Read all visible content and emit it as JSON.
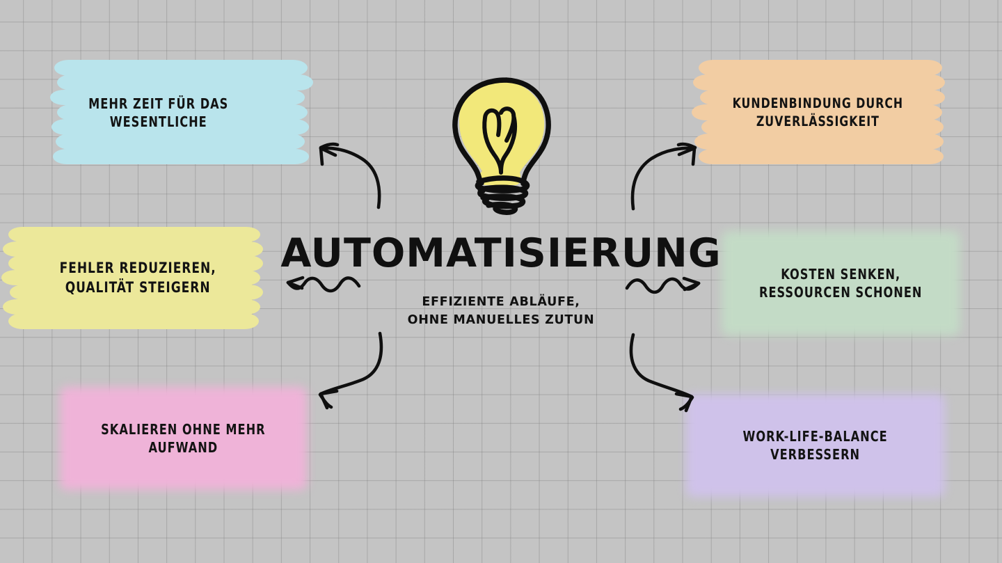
{
  "page": {
    "background_color": "#c4c4c4",
    "grid_line_color": "#787878",
    "ink_color": "#131313"
  },
  "center": {
    "title": "AUTOMATISIERUNG",
    "subtitle_line1": "EFFIZIENTE ABLÄUFE,",
    "subtitle_line2": "OHNE MANUELLES ZUTUN",
    "icon": "lightbulb-icon",
    "icon_fill": "#f2e87a"
  },
  "branches": [
    {
      "id": "mehr-zeit",
      "line1": "MEHR ZEIT FÜR DAS",
      "line2": "WESENTLICHE",
      "color": "#b9e4ec",
      "style": "strokes",
      "position": "top-left"
    },
    {
      "id": "fehler-reduzieren",
      "line1": "FEHLER REDUZIEREN,",
      "line2": "QUALITÄT STEIGERN",
      "color": "#ece89a",
      "style": "strokes",
      "position": "middle-left"
    },
    {
      "id": "skalieren",
      "line1": "SKALIEREN OHNE MEHR",
      "line2": "AUFWAND",
      "color": "#efb3d8",
      "style": "soft",
      "position": "bottom-left"
    },
    {
      "id": "kundenbindung",
      "line1": "KUNDENBINDUNG DURCH",
      "line2": "ZUVERLÄSSIGKEIT",
      "color": "#f2cda3",
      "style": "strokes",
      "position": "top-right"
    },
    {
      "id": "kosten-senken",
      "line1": "KOSTEN SENKEN,",
      "line2": "RESSOURCEN SCHONEN",
      "color": "#c3dbc6",
      "style": "soft",
      "position": "middle-right"
    },
    {
      "id": "work-life-balance",
      "line1": "WORK-LIFE-BALANCE",
      "line2": "VERBESSERN",
      "color": "#cfc2ea",
      "style": "soft",
      "position": "bottom-right"
    }
  ],
  "connectors": [
    {
      "id": "arrow-to-mehr-zeit",
      "shape": "curved-arrow-up-left",
      "direction": "up-left"
    },
    {
      "id": "arrow-to-fehler",
      "shape": "wavy-arrow-left",
      "direction": "left"
    },
    {
      "id": "arrow-to-skalieren",
      "shape": "curved-arrow-down-left",
      "direction": "down-left"
    },
    {
      "id": "arrow-to-kundenbindung",
      "shape": "curved-arrow-up-right",
      "direction": "up-right"
    },
    {
      "id": "arrow-to-kosten",
      "shape": "wavy-arrow-right",
      "direction": "right"
    },
    {
      "id": "arrow-to-worklife",
      "shape": "curved-arrow-down-right",
      "direction": "down-right"
    }
  ]
}
